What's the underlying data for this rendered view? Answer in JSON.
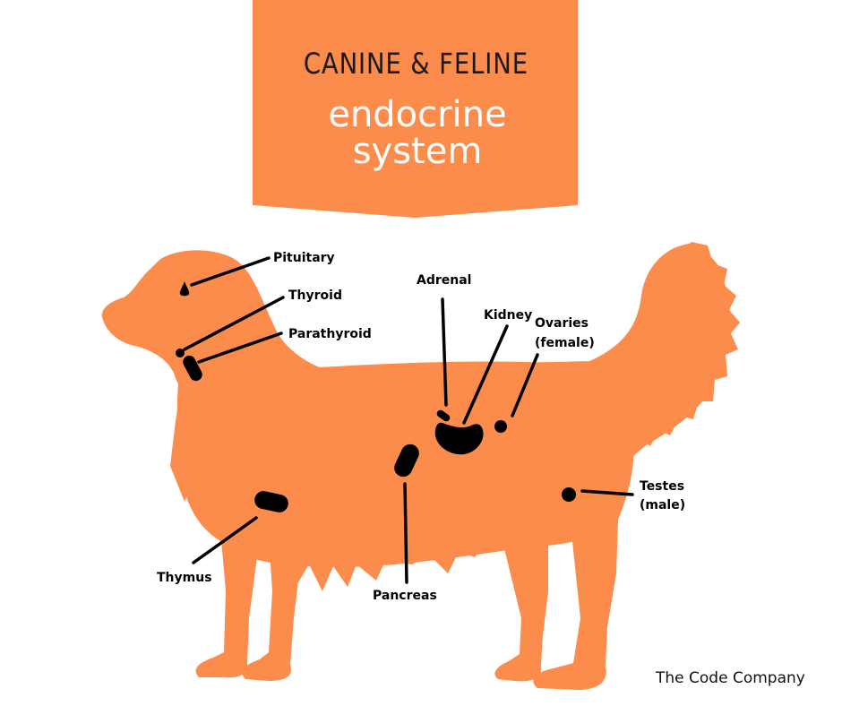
{
  "banner": {
    "line1": "CANINE & FELINE",
    "line2": "endocrine",
    "line3": "system"
  },
  "labels": {
    "pituitary": "Pituitary",
    "thyroid": "Thyroid",
    "parathyroid": "Parathyroid",
    "adrenal": "Adrenal",
    "kidney": "Kidney",
    "ovaries_1": "Ovaries",
    "ovaries_2": "(female)",
    "testes_1": "Testes",
    "testes_2": "(male)",
    "thymus": "Thymus",
    "pancreas": "Pancreas"
  },
  "credit": "The Code Company",
  "colors": {
    "accent": "#FB8C4C",
    "gland": "#000000",
    "banner_text_dark": "#1a1a1a",
    "banner_text_light": "#ffffff"
  }
}
